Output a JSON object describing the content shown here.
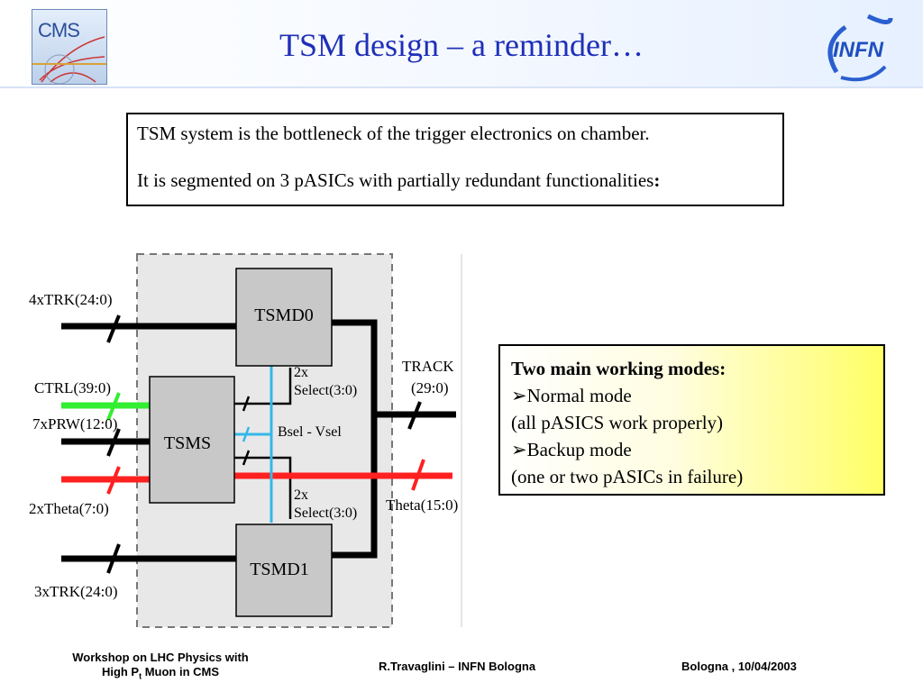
{
  "header": {
    "title": "TSM design – a reminder…",
    "left_logo_text": "CMS",
    "right_logo_text": "INFN"
  },
  "intro_box": {
    "line1": "TSM system is the bottleneck of the trigger electronics on chamber.",
    "line2": "It is segmented on 3 pASICs with partially redundant functionalities",
    "line2_end": ":"
  },
  "diagram": {
    "blocks": {
      "tsmd0": "TSMD0",
      "tsms": "TSMS",
      "tsmd1": "TSMD1"
    },
    "inputs": {
      "trk_top": "4xTRK(24:0)",
      "ctrl": "CTRL(39:0)",
      "prw": "7xPRW(12:0)",
      "theta_in": "2xTheta(7:0)",
      "trk_bottom": "3xTRK(24:0)"
    },
    "internal": {
      "select_top_1": "2x",
      "select_top_2": "Select(3:0)",
      "bsel": "Bsel - Vsel",
      "select_bottom_1": "2x",
      "select_bottom_2": "Select(3:0)"
    },
    "outputs": {
      "track_1": "TRACK",
      "track_2": "(29:0)",
      "theta_out": "Theta(15:0)"
    }
  },
  "modes_box": {
    "heading": "Two main working modes:",
    "bullet": "➢",
    "mode1": "Normal mode",
    "mode1_desc": "(all pASICS work properly)",
    "mode2": "Backup mode",
    "mode2_desc": "(one or two pASICs in failure)"
  },
  "footer": {
    "left_line1": "Workshop on LHC Physics with",
    "left_line2_pre": "High P",
    "left_line2_sub": "t",
    "left_line2_post": " Muon in CMS",
    "center": "R.Travaglini – INFN Bologna",
    "right": "Bologna , 10/04/2003"
  },
  "colors": {
    "title": "#1f2fb8",
    "ctrl_line": "#33ee33",
    "theta_line": "#ff2020",
    "bsel_line": "#33b8e8",
    "block_fill": "#c8c8c8",
    "region_fill": "#e8e8e8"
  }
}
